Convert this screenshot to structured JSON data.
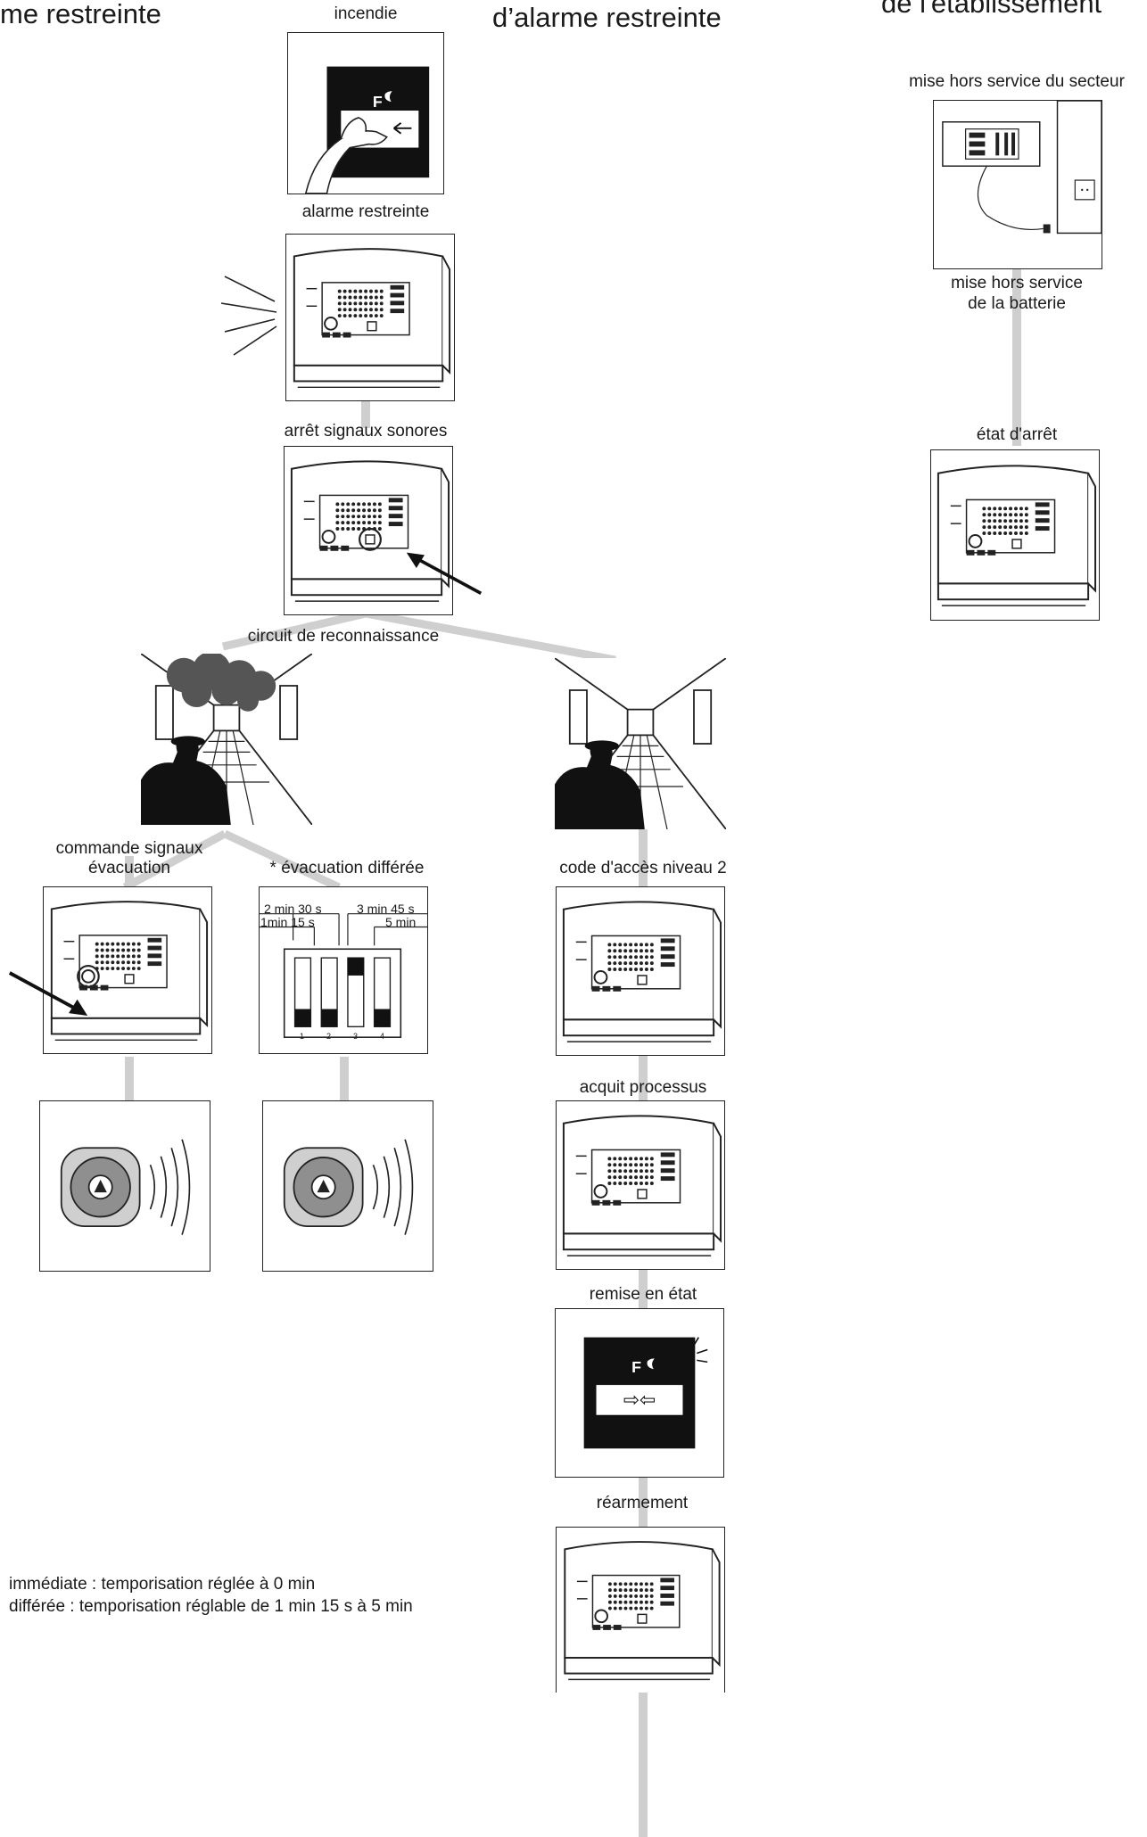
{
  "headings": {
    "left": "me restreinte",
    "center": "d’alarme restreinte",
    "right": "de l'établissement"
  },
  "labels": {
    "incendie": "incendie",
    "alarme_restreinte": "alarme restreinte",
    "arret_signaux": "arrêt signaux sonores",
    "circuit": "circuit de reconnaissance",
    "commande_line1": "commande signaux",
    "commande_line2": "évacuation",
    "evacuation_differee": "* évacuation différée",
    "code_acces": "code d'accès niveau 2",
    "acquit": "acquit processus",
    "remise": "remise en état",
    "rearmement": "réarmement",
    "hors_secteur": "mise hors service du secteur",
    "hors_batterie_line1": "mise hors service",
    "hors_batterie_line2": "de la batterie",
    "etat_arret": "état d'arrêt"
  },
  "manual_call_point": {
    "letter": "F",
    "arrows": "⇨⇦"
  },
  "dip_switch": {
    "top_left": "2 min 30 s",
    "top_right": "3 min 45 s",
    "bottom_left": "1min 15 s",
    "bottom_right": "5 min",
    "switch_numbers": [
      "1",
      "2",
      "3",
      "4"
    ]
  },
  "notes": {
    "line1": "immédiate : temporisation réglée à 0 min",
    "line2": "différée : temporisation réglable de 1 min 15 s à 5 min"
  }
}
